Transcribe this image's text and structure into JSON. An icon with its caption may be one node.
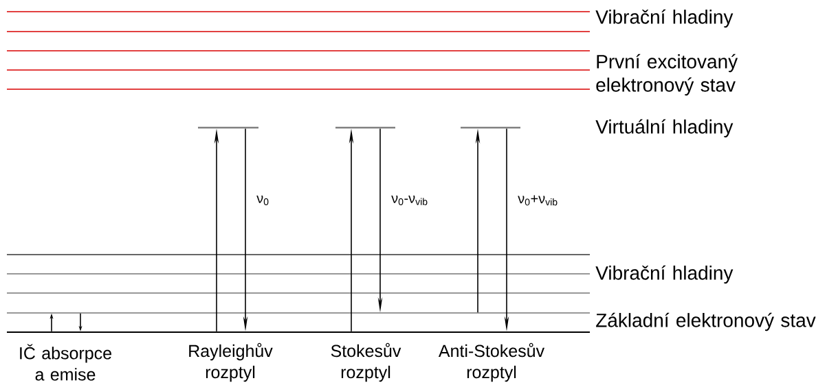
{
  "diagram": {
    "nodes": [
      {
        "text": [],
        "shape": "bar"
      },
      {
        "text": [],
        "shape": "bar"
      },
      {
        "text": [],
        "shape": "bar"
      },
      {
        "text": [],
        "shape": "bar"
      },
      {
        "text": [],
        "shape": "bar"
      },
      {
        "text": [],
        "shape": "bar"
      },
      {
        "text": [],
        "shape": "bar"
      },
      {
        "text": [],
        "shape": "bar"
      },
      {
        "text": [],
        "shape": "bar"
      },
      {
        "text": [],
        "shape": "bar"
      },
      {
        "text": [],
        "shape": "bar"
      },
      {
        "text": [],
        "shape": "bar"
      },
      {
        "text": [],
        "shape": "bar"
      }
    ],
    "edges": [
      {
        "from": 12,
        "to": 11,
        "arrow": "to"
      },
      {
        "from": 11,
        "to": 12,
        "arrow": "to"
      },
      {
        "from": 12,
        "to": 5,
        "arrow": "to"
      },
      {
        "from": 5,
        "to": 12,
        "arrow": "to",
        "label": "ν$_{0}$"
      },
      {
        "from": 12,
        "to": 6,
        "arrow": "to"
      },
      {
        "from": 6,
        "to": 11,
        "arrow": "to",
        "label": "ν$_{0}$-ν$_{vib}$"
      },
      {
        "from": 11,
        "to": 7,
        "arrow": "to"
      },
      {
        "from": 7,
        "to": 12,
        "arrow": "to",
        "label": "ν$_{0}$+ν$_{vib}$"
      }
    ],
    "labels": [
      "Vibrační hladiny",
      "První excitovaný elektronový stav",
      "Virtuální hladiny",
      "Vibrační hladiny",
      "Základní elektronový stav",
      "IČ absorpce a emise",
      "Rayleighův rozptyl",
      "Stokesův rozptyl",
      "Anti-Stokesův rozptyl"
    ]
  }
}
